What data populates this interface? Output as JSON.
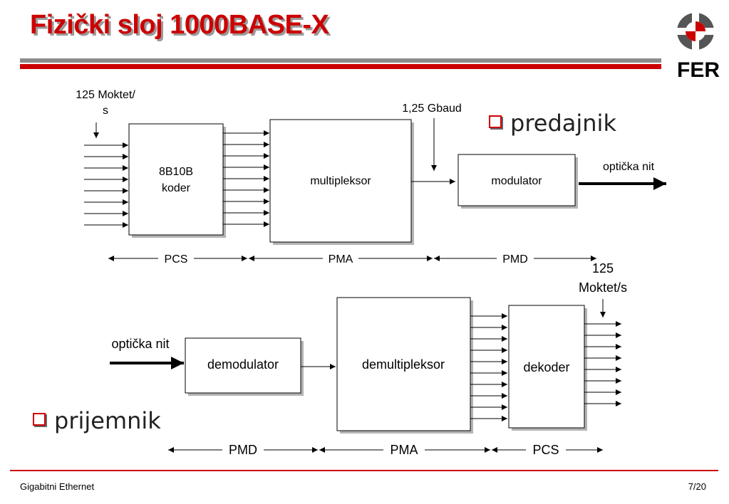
{
  "slide": {
    "title": "Fizički sloj 1000BASE-X",
    "footer_left": "Gigabitni Ethernet",
    "footer_right": "7/20"
  },
  "logo": {
    "text": "FER",
    "icon": "fer-logo-icon"
  },
  "transmitter": {
    "bullet": "predajnik",
    "input_rate_line1": "125 Moktet/",
    "input_rate_line2": "s",
    "baud": "1,25 Gbaud",
    "coder_line1": "8B10B",
    "coder_line2": "koder",
    "mux": "multipleksor",
    "modulator": "modulator",
    "fiber": "optička nit",
    "layer_pcs": "PCS",
    "layer_pma": "PMA",
    "layer_pmd": "PMD"
  },
  "receiver": {
    "bullet": "prijemnik",
    "output_rate_line1": "125",
    "output_rate_line2": "Moktet/s",
    "fiber": "optička nit",
    "demodulator": "demodulator",
    "demux": "demultipleksor",
    "decoder": "dekoder",
    "layer_pmd": "PMD",
    "layer_pma": "PMA",
    "layer_pcs": "PCS"
  }
}
